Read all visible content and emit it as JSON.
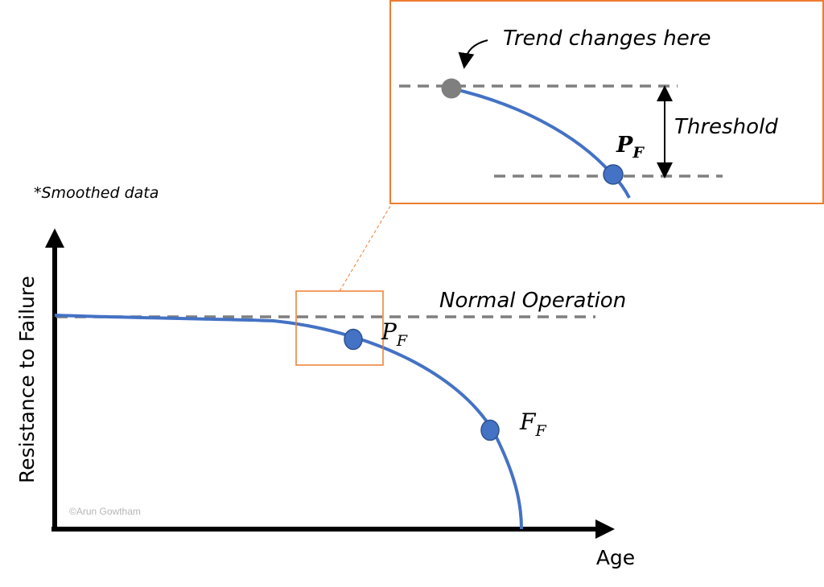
{
  "note": "*Smoothed data",
  "y_axis_label": "Resistance to Failure",
  "x_axis_label": "Age",
  "normal_operation_label": "Normal Operation",
  "watermark": "©Arun Gowtham",
  "points": {
    "pf": {
      "main": "P",
      "sub": "F"
    },
    "ff": {
      "main": "F",
      "sub": "F"
    }
  },
  "inset": {
    "trend_label": "Trend changes here",
    "threshold_label": "Threshold",
    "pf": {
      "main": "P",
      "sub": "F"
    }
  },
  "colors": {
    "curve": "#4472C4",
    "point": "#4472C4",
    "trend_point": "#7F7F7F",
    "dashed": "#7F7F7F",
    "inset_border": "#ED7D31",
    "axis": "#000000"
  }
}
